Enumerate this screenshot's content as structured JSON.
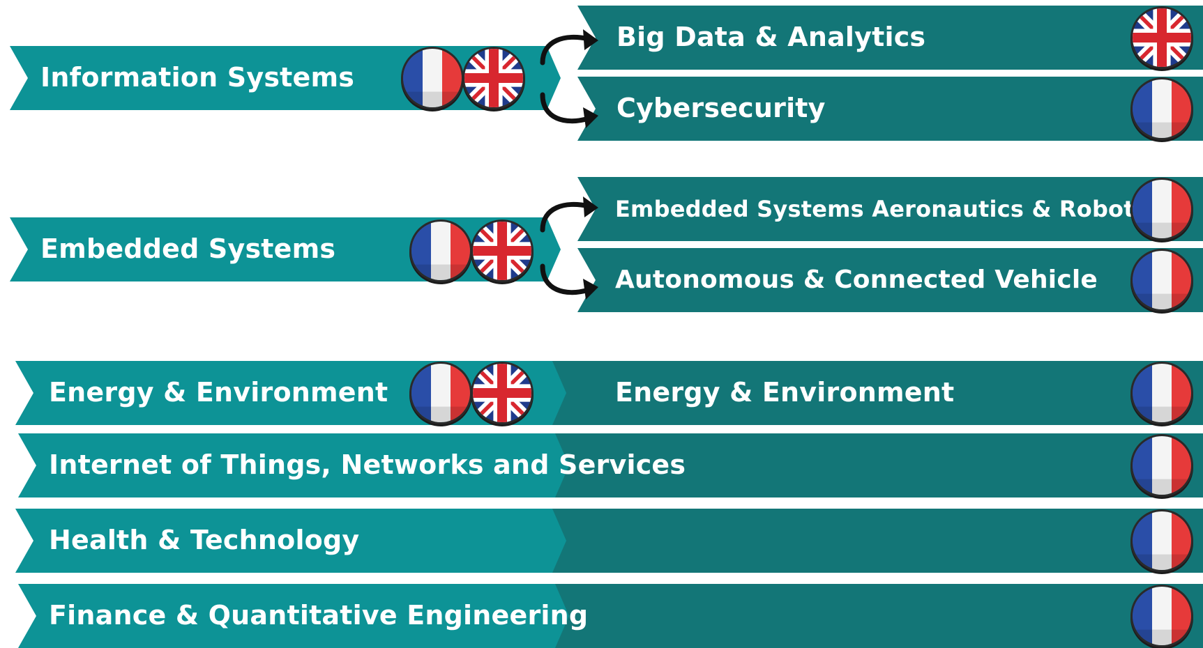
{
  "colors": {
    "light_teal": "#0d9396",
    "dark_teal": "#137677",
    "arrow": "#111111"
  },
  "rows": [
    {
      "id": "information-systems",
      "label": "Information Systems",
      "flags": [
        "france-flag-icon",
        "uk-flag-icon"
      ],
      "branches": [
        {
          "label": "Big Data & Analytics",
          "flag": "uk-flag-icon"
        },
        {
          "label": "Cybersecurity",
          "flag": "france-flag-icon"
        }
      ]
    },
    {
      "id": "embedded-systems",
      "label": "Embedded Systems",
      "flags": [
        "france-flag-icon",
        "uk-flag-icon"
      ],
      "branches": [
        {
          "label": "Embedded Systems Aeronautics & Robotics",
          "flag": "france-flag-icon"
        },
        {
          "label": "Autonomous & Connected Vehicle",
          "flag": "france-flag-icon"
        }
      ]
    },
    {
      "id": "energy-environment",
      "label": "Energy & Environment",
      "flags": [
        "france-flag-icon",
        "uk-flag-icon"
      ],
      "right_label": "Energy & Environment",
      "right_flag": "france-flag-icon"
    },
    {
      "id": "iot-networks",
      "label": "Internet of Things, Networks and Services",
      "right_flag": "france-flag-icon"
    },
    {
      "id": "health-technology",
      "label": "Health & Technology",
      "right_flag": "france-flag-icon"
    },
    {
      "id": "finance-quant",
      "label": "Finance & Quantitative Engineering",
      "right_flag": "france-flag-icon"
    }
  ]
}
